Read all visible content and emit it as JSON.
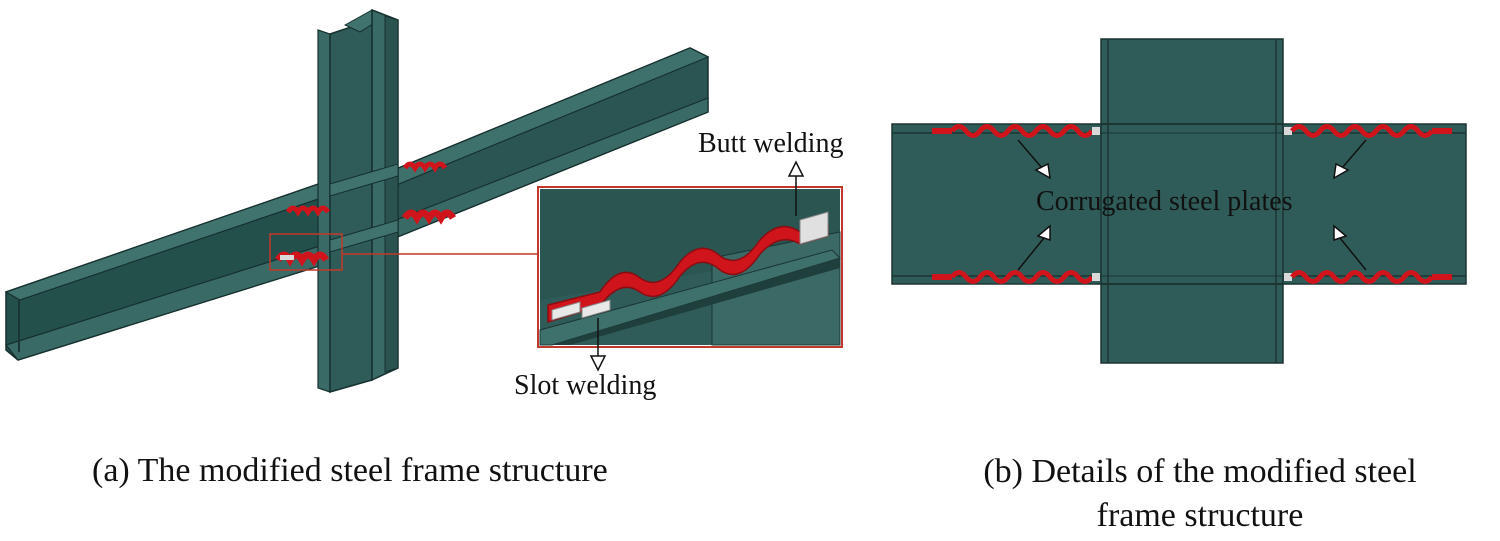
{
  "panel_a": {
    "caption": "(a) The modified steel frame structure",
    "labels": {
      "butt_welding": "Butt welding",
      "slot_welding": "Slot welding"
    }
  },
  "panel_b": {
    "caption_line1": "(b) Details of the modified steel",
    "caption_line2": "frame structure",
    "labels": {
      "corrugated": "Corrugated steel plates"
    }
  },
  "colors": {
    "steel": "#2f5c58",
    "steel_dark": "#1e3f3c",
    "steel_light": "#3f716c",
    "corrugated_plate": "#d0141c",
    "weld": "#d9d9d9",
    "callout_line": "#c0392b"
  }
}
